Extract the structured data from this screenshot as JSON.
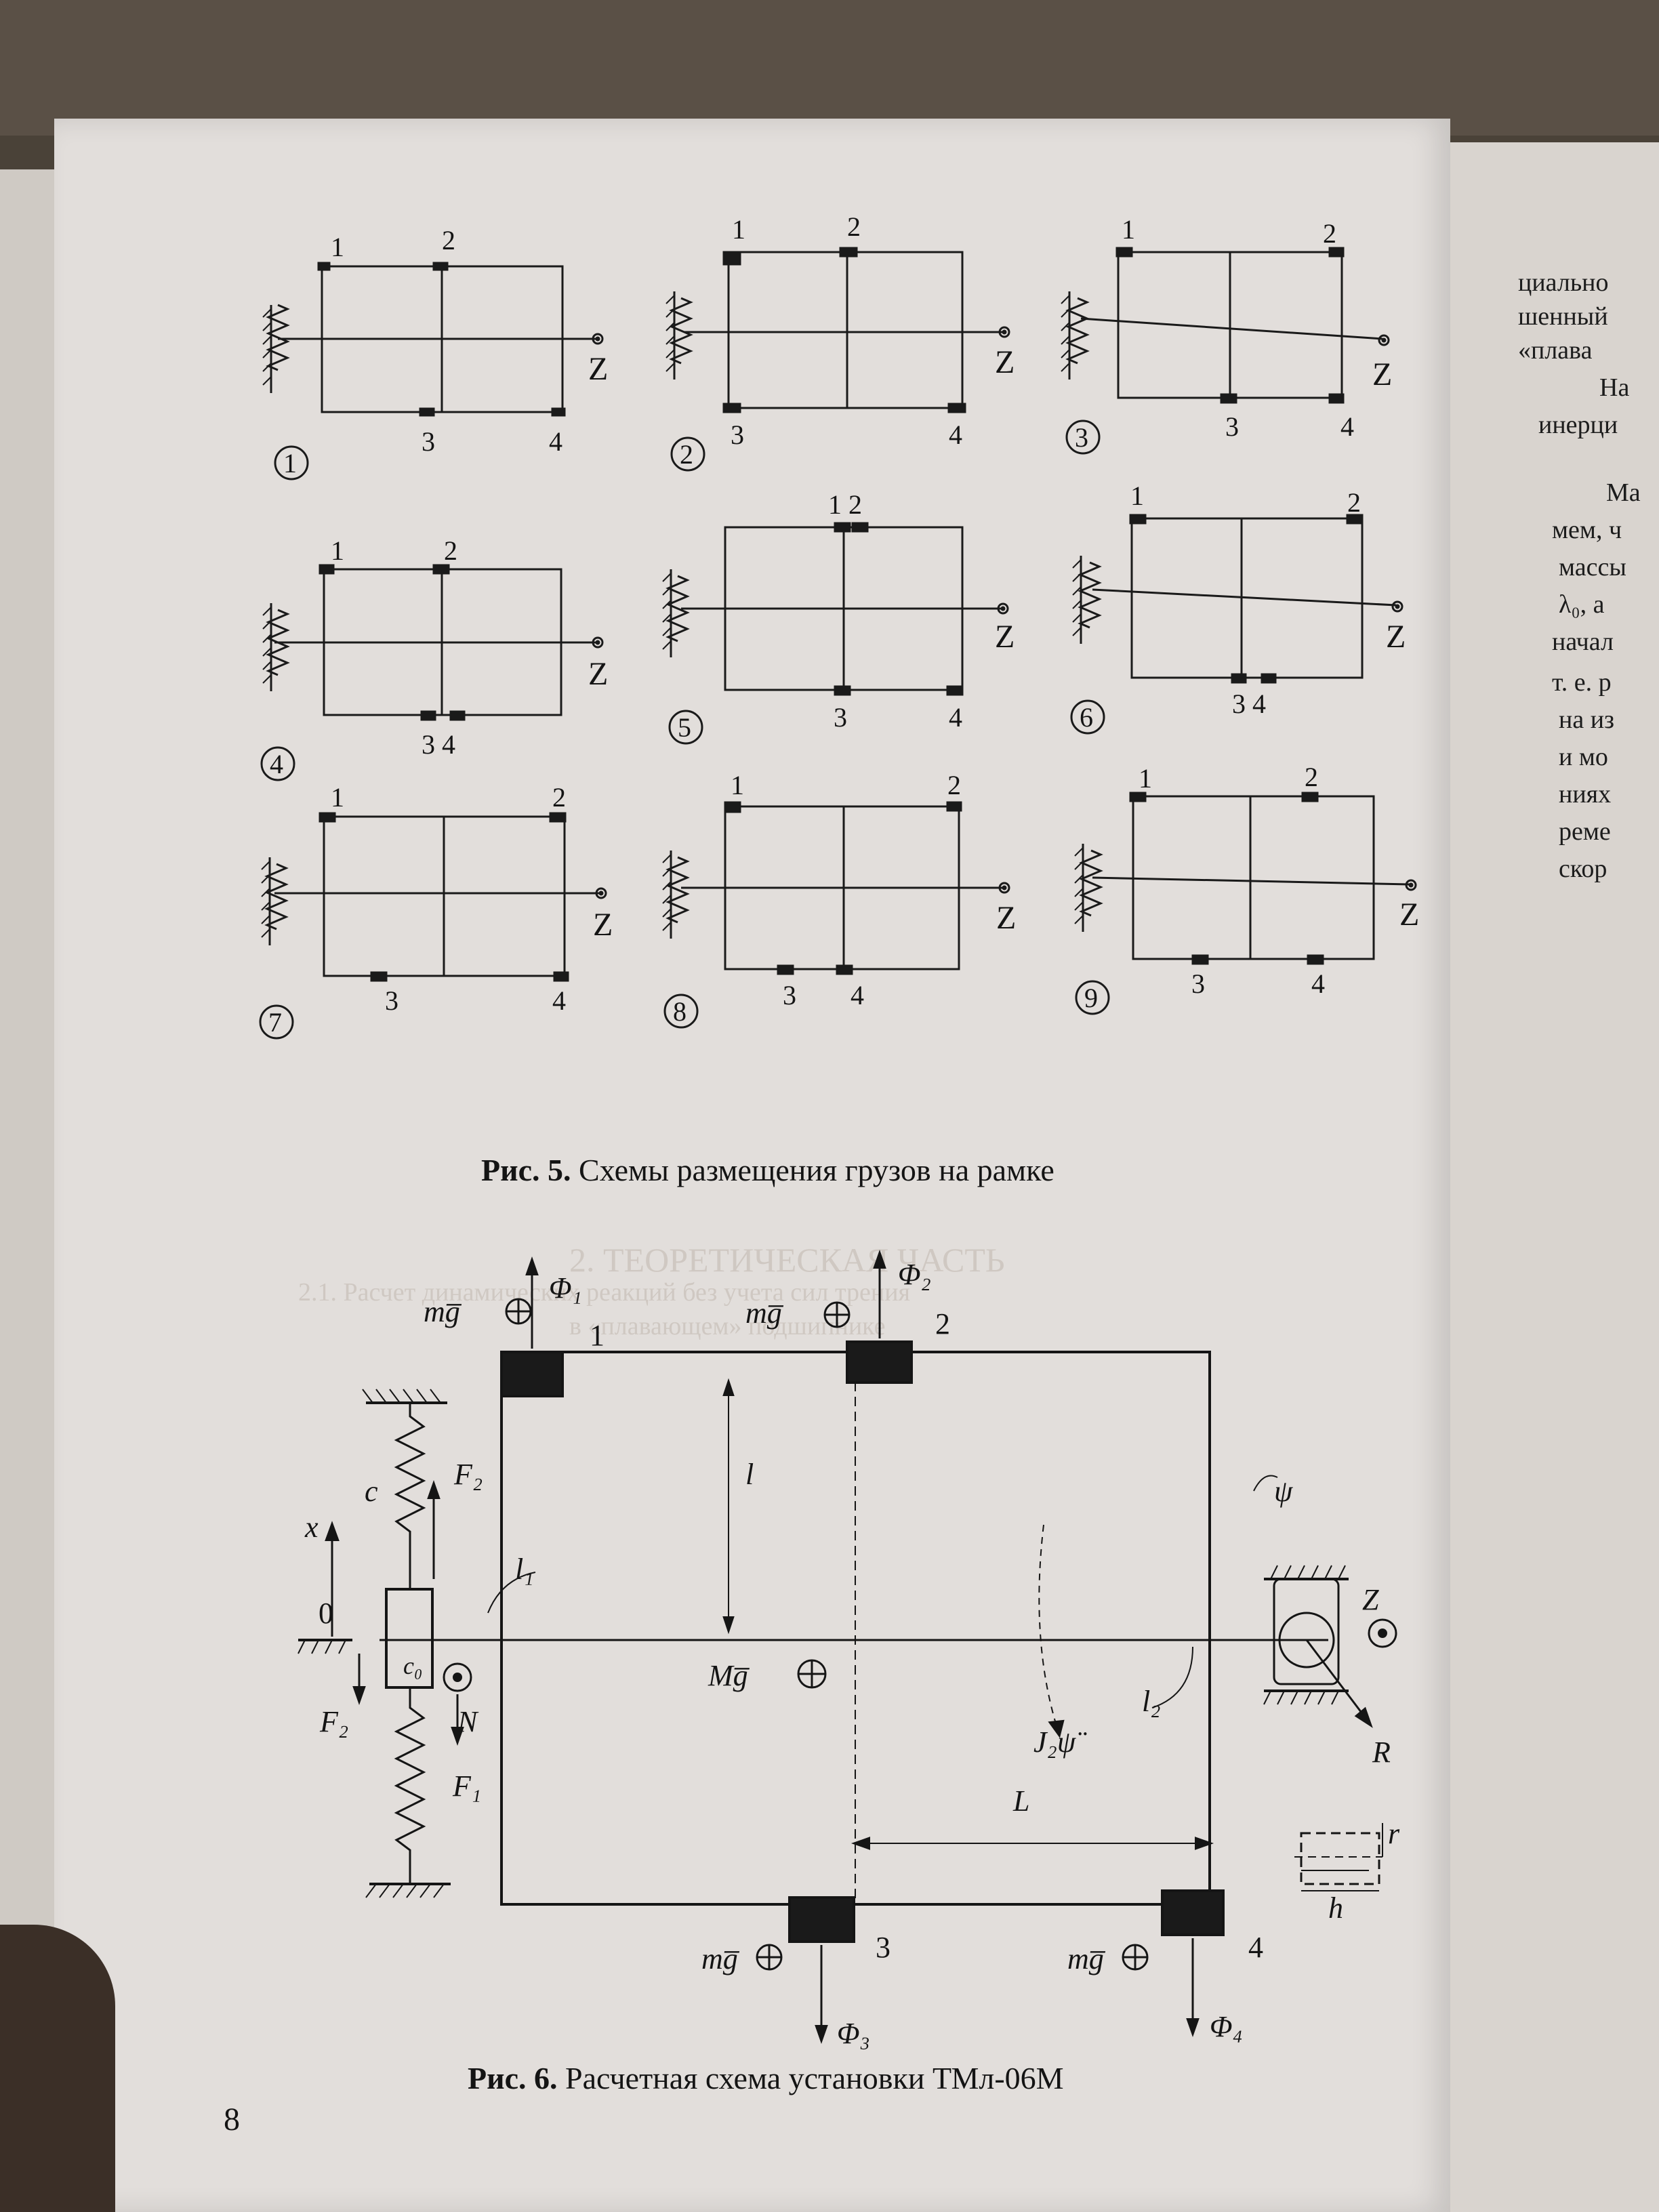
{
  "page_number": "8",
  "fig5": {
    "caption_bold": "Рис. 5.",
    "caption_text": "Схемы размещения грузов на рамке",
    "schemes": [
      "1",
      "2",
      "3",
      "4",
      "5",
      "6",
      "7",
      "8",
      "9"
    ],
    "labels": {
      "n1": "1",
      "n2": "2",
      "n3": "3",
      "n4": "4",
      "n12": "1 2",
      "n34": "3 4",
      "z": "Z"
    }
  },
  "fig6": {
    "caption_bold": "Рис. 6.",
    "caption_text": "Расчетная схема установки ТМл-06М",
    "labels": {
      "phi1": "Φ₁",
      "phi2": "Φ₂",
      "phi3": "Φ₃",
      "phi4": "Φ₄",
      "mg": "mg̅",
      "Mg": "Mg̅",
      "n1": "1",
      "n2": "2",
      "n3": "3",
      "n4": "4",
      "c": "c",
      "c0": "c₀",
      "x": "x",
      "zero": "0",
      "F1": "F₁",
      "F2": "F₂",
      "F2b": "F₂",
      "N": "N",
      "l1": "l₁",
      "l2": "l₂",
      "l": "l",
      "L": "L",
      "psi": "ψ",
      "J2psi": "J₂ψ̈",
      "Z": "Z",
      "R": "R",
      "r": "r",
      "h": "h"
    }
  },
  "right_column": [
    "циально",
    "шенный",
    "«плава",
    "На",
    "инерци",
    "Ма",
    "мем, ч",
    "массы",
    "λ₀, а",
    "начал",
    "т. е. р",
    "на из",
    "и мо",
    "нияx",
    "реме",
    "скор"
  ],
  "ghost_text": [
    "2. ТЕОРЕТИЧЕСКАЯ ЧАСТЬ",
    "2.1. Расчет динамических реакций без учета сил трения",
    "в «плавающем» подшипнике"
  ]
}
